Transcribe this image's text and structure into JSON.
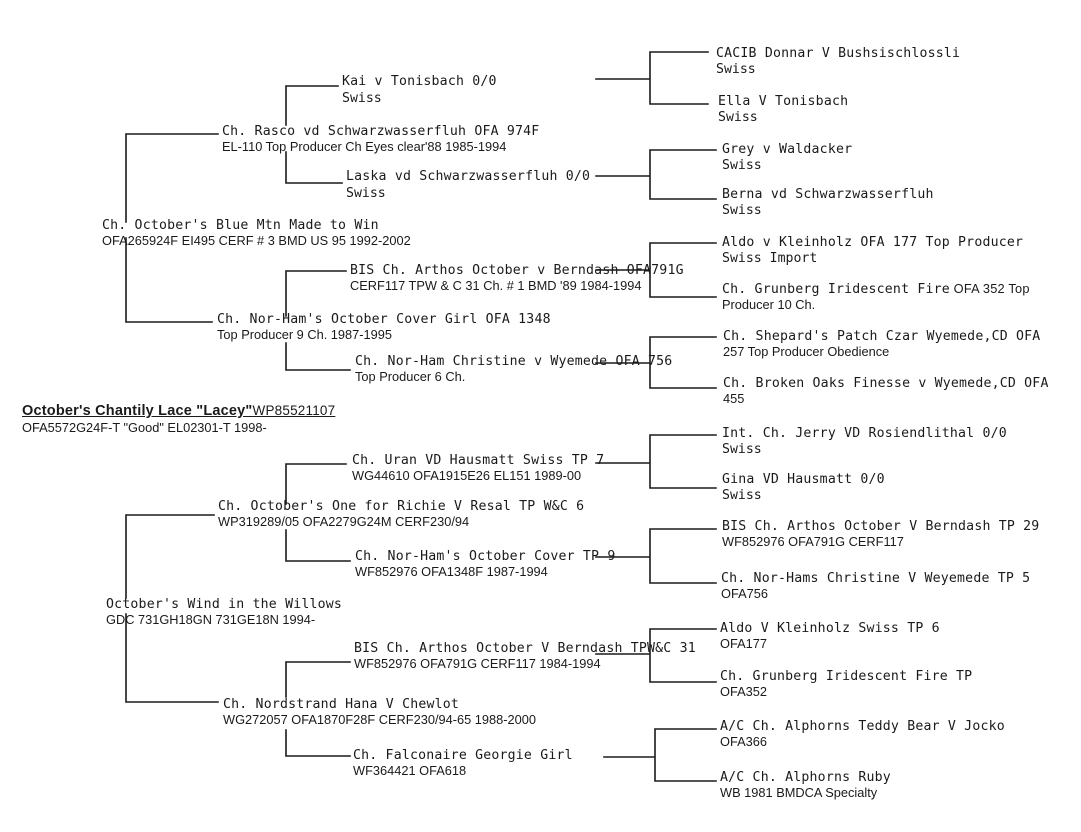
{
  "pedigree": {
    "subject": {
      "name": "October's Chantily Lace \"Lacey\"",
      "reg": "WP85521107",
      "detail": "OFA5572G24F-T \"Good\" EL02301-T 1998-"
    },
    "sire": {
      "name": "Ch. October's Blue Mtn Made to Win",
      "detail": "OFA265924F EI495 CERF # 3 BMD US 95 1992-2002"
    },
    "dam": {
      "name": "October's Wind in the Willows",
      "detail": "GDC 731GH18GN 731GE18N 1994-"
    },
    "ss": {
      "name": "Ch. Rasco vd Schwarzwasserfluh OFA 974F",
      "detail": "EL-110 Top Producer Ch Eyes clear'88 1985-1994"
    },
    "sd": {
      "name": "Ch. Nor-Ham's October Cover Girl OFA 1348",
      "detail": "Top Producer 9 Ch. 1987-1995"
    },
    "ds": {
      "name": "Ch. October's One for Richie V Resal TP W&C 6",
      "detail": "WP319289/05  OFA2279G24M  CERF230/94"
    },
    "dd": {
      "name": "Ch. Nordstrand Hana V Chewlot",
      "detail": "WG272057 OFA1870F28F CERF230/94-65 1988-2000"
    },
    "sss": {
      "name": "Kai v Tonisbach 0/0",
      "detail": "Swiss"
    },
    "ssd": {
      "name": "Laska vd Schwarzwasserfluh 0/0",
      "detail": "Swiss"
    },
    "sds": {
      "name": "BIS Ch. Arthos October v Berndash OFA791G",
      "detail": "CERF117 TPW & C 31 Ch. # 1 BMD '89 1984-1994"
    },
    "sdd": {
      "name": "Ch. Nor-Ham Christine v Wyemede OFA 756",
      "detail": "Top Producer 6 Ch."
    },
    "dss": {
      "name": "Ch. Uran VD Hausmatt Swiss TP 7",
      "detail": "WG44610 OFA1915E26 EL151 1989-00"
    },
    "dsd": {
      "name": "Ch. Nor-Ham's October Cover TP 9",
      "detail": "WF852976 OFA1348F 1987-1994"
    },
    "dds": {
      "name": "BIS Ch. Arthos October V Berndash TPW&C 31",
      "detail": "WF852976 OFA791G CERF117  1984-1994"
    },
    "ddd": {
      "name": "Ch. Falconaire Georgie Girl",
      "detail": "WF364421 OFA618"
    },
    "ssss": {
      "name": "CACIB Donnar V Bushsischlossli",
      "detail": "Swiss"
    },
    "sssd": {
      "name": "Ella V Tonisbach",
      "detail": "Swiss"
    },
    "ssds": {
      "name": "Grey v Waldacker",
      "detail": "Swiss"
    },
    "ssdd": {
      "name": "Berna vd Schwarzwasserfluh",
      "detail": "Swiss"
    },
    "sdss": {
      "name": "Aldo v Kleinholz OFA 177 Top Producer",
      "detail": "Swiss Import"
    },
    "sdsd": {
      "name": "Ch. Grunberg Iridescent Fire",
      "name_tail": " OFA 352 Top",
      "detail": "Producer 10 Ch."
    },
    "sdds": {
      "name": "Ch. Shepard's Patch Czar Wyemede,CD OFA",
      "detail": "257 Top Producer Obedience"
    },
    "sddd": {
      "name": "Ch. Broken Oaks Finesse v Wyemede,CD OFA",
      "detail": "455"
    },
    "dsss": {
      "name": "Int. Ch. Jerry VD Rosiendlithal 0/0",
      "detail": "Swiss"
    },
    "dssd": {
      "name": "Gina VD Hausmatt 0/0",
      "detail": "Swiss"
    },
    "dsds": {
      "name": "BIS Ch. Arthos October V Berndash TP 29",
      "detail": "WF852976 OFA791G CERF117"
    },
    "dsdd": {
      "name": "Ch. Nor-Hams Christine V Weyemede TP 5",
      "detail": "OFA756"
    },
    "ddss": {
      "name": "Aldo V Kleinholz Swiss TP 6",
      "detail": "OFA177"
    },
    "ddsd": {
      "name": "Ch. Grunberg Iridescent Fire TP",
      "detail": "OFA352"
    },
    "ddds": {
      "name": "A/C Ch. Alphorns Teddy Bear V Jocko",
      "detail": "OFA366"
    },
    "dddd": {
      "name": "A/C Ch. Alphorns Ruby",
      "detail": "WB 1981 BMDCA Specialty"
    }
  }
}
